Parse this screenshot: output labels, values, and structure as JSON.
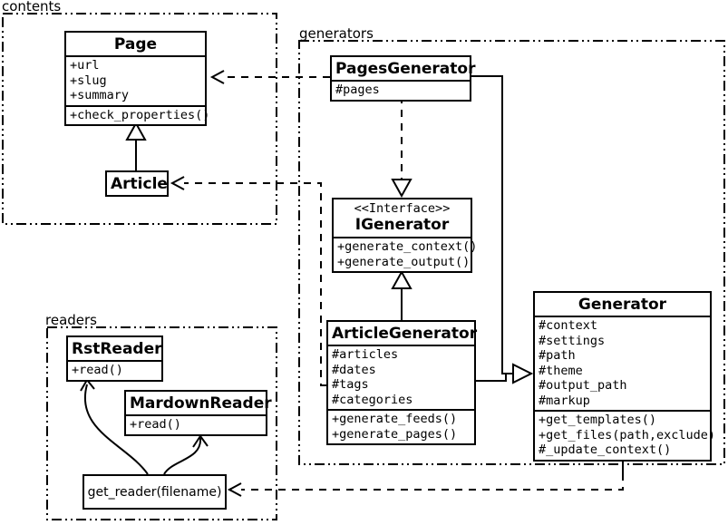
{
  "packages": {
    "contents": {
      "label": "contents"
    },
    "generators": {
      "label": "generators"
    },
    "readers": {
      "label": "readers"
    }
  },
  "classes": {
    "page": {
      "name": "Page",
      "attributes": [
        "+url",
        "+slug",
        "+summary"
      ],
      "methods": [
        "+check_properties()"
      ]
    },
    "article": {
      "name": "Article"
    },
    "pages_generator": {
      "name": "PagesGenerator",
      "attributes": [
        "#pages"
      ]
    },
    "igenerator": {
      "stereotype": "<<Interface>>",
      "name": "IGenerator",
      "methods": [
        "+generate_context()",
        "+generate_output()"
      ]
    },
    "article_generator": {
      "name": "ArticleGenerator",
      "attributes": [
        "#articles",
        "#dates",
        "#tags",
        "#categories"
      ],
      "methods": [
        "+generate_feeds()",
        "+generate_pages()"
      ]
    },
    "generator": {
      "name": "Generator",
      "attributes": [
        "#context",
        "#settings",
        "#path",
        "#theme",
        "#output_path",
        "#markup"
      ],
      "methods": [
        "+get_templates()",
        "+get_files(path,exclude)",
        "#_update_context()"
      ]
    },
    "rst_reader": {
      "name": "RstReader",
      "methods": [
        "+read()"
      ]
    },
    "mardown_reader": {
      "name": "MardownReader",
      "methods": [
        "+read()"
      ]
    }
  },
  "nodes": {
    "get_reader": {
      "label": "get_reader(filename)"
    }
  },
  "colors": {
    "line": "#000000",
    "background": "#ffffff"
  }
}
